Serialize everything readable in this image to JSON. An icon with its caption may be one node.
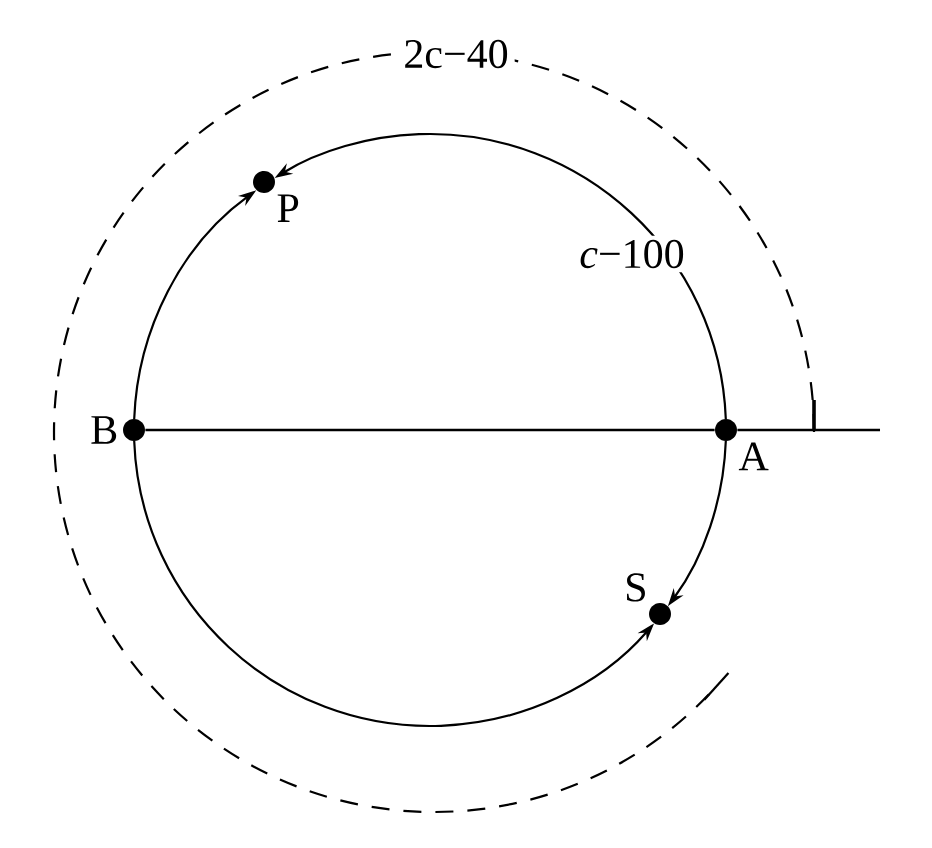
{
  "diagram": {
    "nodes": [
      {
        "text": [
          "B"
        ]
      },
      {
        "text": [
          "A"
        ]
      },
      {
        "text": [
          "P"
        ]
      },
      {
        "text": [
          "S"
        ]
      }
    ],
    "edges": [
      {
        "from": 0,
        "to": 1,
        "arrow": "none"
      },
      {
        "from": 1,
        "to": null,
        "arrow": "none"
      },
      {
        "from": 1,
        "to": 2,
        "arrow": "to",
        "label": "*c*−100"
      },
      {
        "from": 0,
        "to": 2,
        "arrow": "to"
      },
      {
        "from": 1,
        "to": 3,
        "arrow": "to"
      },
      {
        "from": 0,
        "to": 3,
        "arrow": "to"
      }
    ],
    "labels": [
      "2c−40"
    ]
  }
}
